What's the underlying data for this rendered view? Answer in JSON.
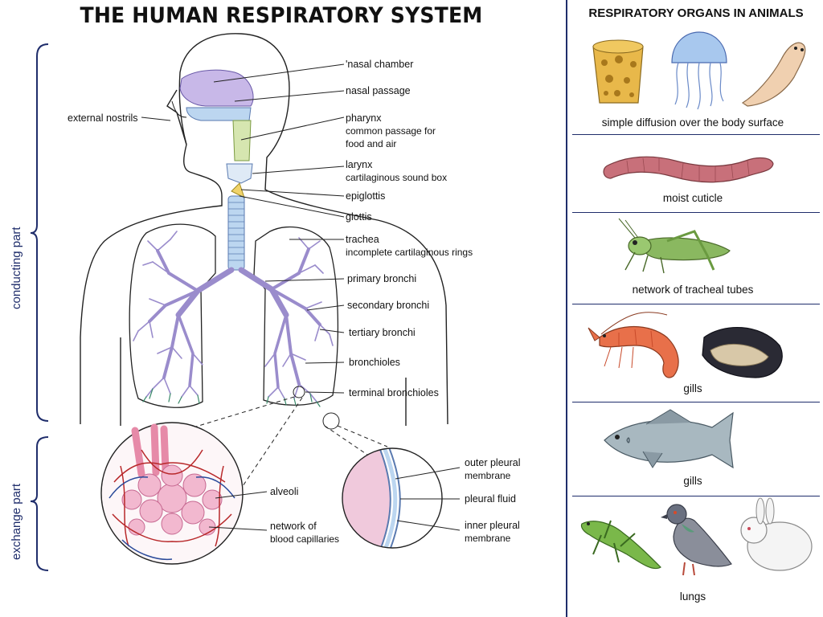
{
  "title": "THE HUMAN RESPIRATORY SYSTEM",
  "sections": {
    "conducting": "conducting part",
    "exchange": "exchange part"
  },
  "labels": {
    "external_nostrils": "external nostrils",
    "nasal_chamber": "'nasal chamber",
    "nasal_passage": "nasal passage",
    "pharynx": "pharynx",
    "pharynx_desc_1": "common passage for",
    "pharynx_desc_2": "food and air",
    "larynx": "larynx",
    "larynx_desc": "cartilaginous sound box",
    "epiglottis": "epiglottis",
    "glottis": "glottis",
    "trachea": "trachea",
    "trachea_desc": "incomplete cartilaginous rings",
    "primary_bronchi": "primary bronchi",
    "secondary_bronchi": "secondary bronchi",
    "tertiary_bronchi": "tertiary bronchi",
    "bronchioles": "bronchioles",
    "terminal_bronchioles": "terminal bronchioles",
    "alveoli": "alveoli",
    "capillaries_1": "network of",
    "capillaries_2": "blood capillaries",
    "outer_pleural_1": "outer pleural",
    "outer_pleural_2": "membrane",
    "pleural_fluid": "pleural fluid",
    "inner_pleural_1": "inner pleural",
    "inner_pleural_2": "membrane"
  },
  "animals_panel": {
    "title": "RESPIRATORY ORGANS IN ANIMALS",
    "rows": [
      {
        "caption": "simple diffusion over the body surface",
        "animals": [
          "sponge-icon",
          "jellyfish-icon",
          "flatworm-icon"
        ]
      },
      {
        "caption": "moist cuticle",
        "animals": [
          "earthworm-icon"
        ]
      },
      {
        "caption": "network of tracheal tubes",
        "animals": [
          "grasshopper-icon"
        ]
      },
      {
        "caption": "gills",
        "animals": [
          "prawn-icon",
          "mussel-icon"
        ]
      },
      {
        "caption": "gills",
        "animals": [
          "fish-icon"
        ]
      },
      {
        "caption": "lungs",
        "animals": [
          "lizard-icon",
          "pigeon-icon",
          "rabbit-icon"
        ]
      }
    ]
  },
  "colors": {
    "accent_navy": "#1f2d6b",
    "nasal_purple": "#c8b8e8",
    "pharynx_green": "#d6e6b0",
    "trachea_blue": "#bcd6f0",
    "bronchi_purple": "#9a8ccc",
    "alveoli_pink": "#f2b8cf",
    "capillary_red": "#b8282a",
    "epiglottis_yellow": "#f0d36a"
  }
}
